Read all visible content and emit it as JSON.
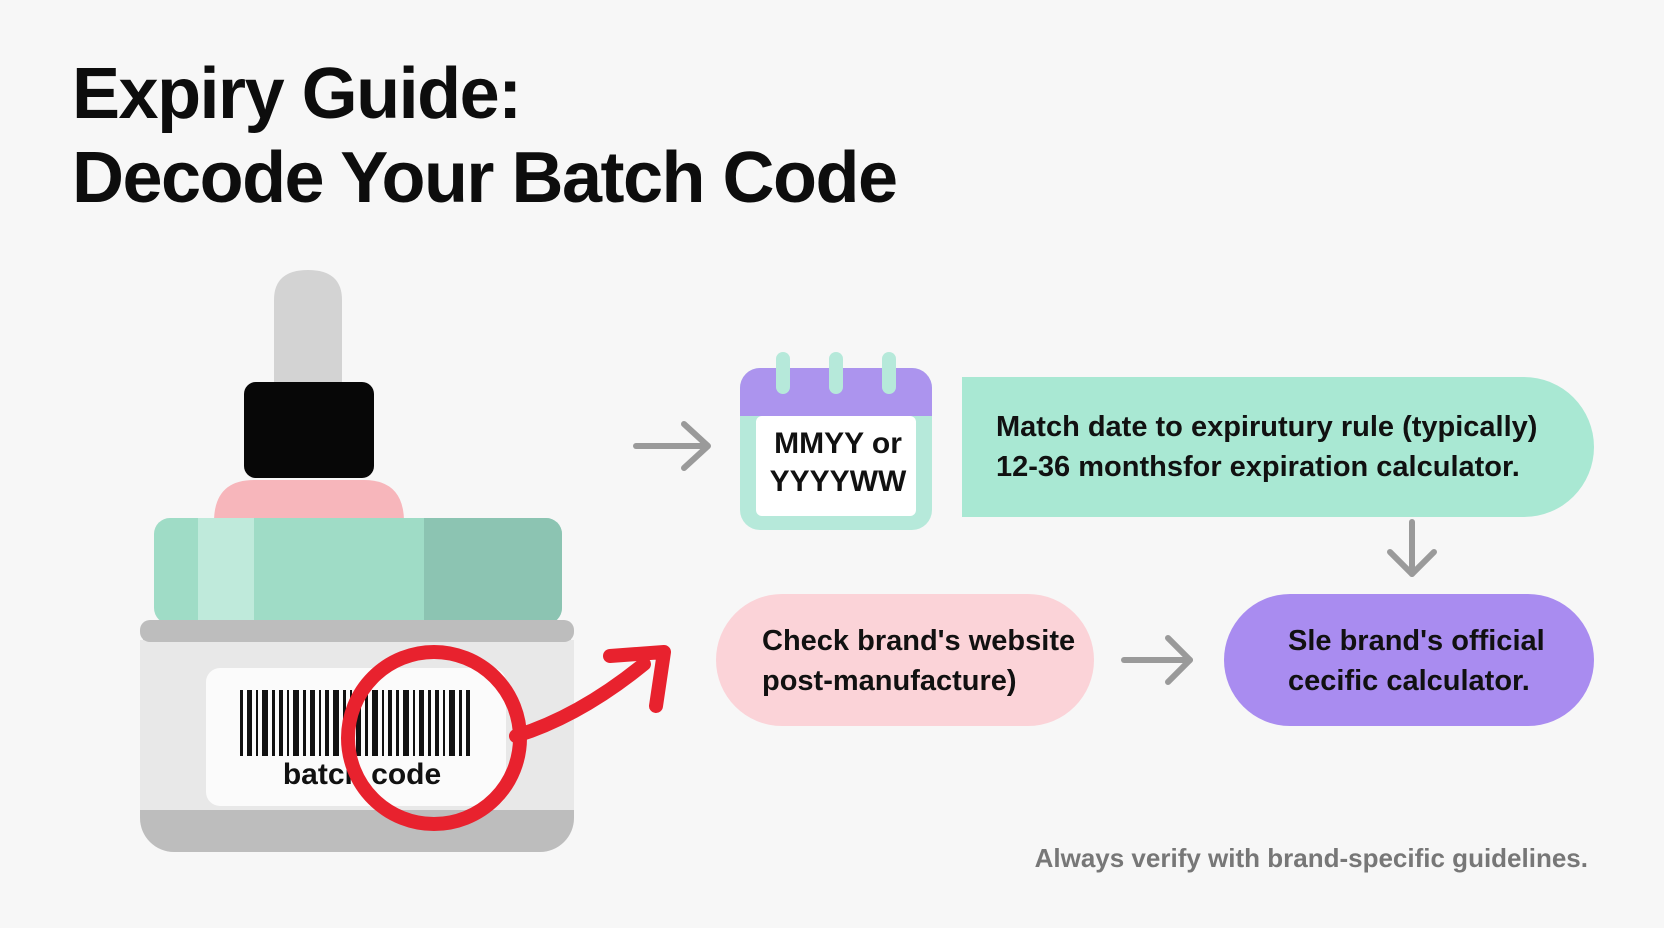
{
  "title": {
    "line1": "Expiry Guide:",
    "line2": "Decode Your Batch Code"
  },
  "product_label": {
    "text": "batch code"
  },
  "calendar": {
    "line1": "MMYY or",
    "line2": "YYYYWW"
  },
  "steps": {
    "match": {
      "line1": "Match date to expirutury rule (typically)",
      "line2": "12-36 monthsfor expiration calculator."
    },
    "check": {
      "line1": "Check brand's website",
      "line2": "post-manufacture)"
    },
    "see": {
      "line1": "Sle brand's official",
      "line2": "cecific calculator."
    }
  },
  "footnote": "Always verify with brand-specific guidelines.",
  "icons": [
    "dropper-bottle-icon",
    "barcode-icon",
    "highlight-circle-icon",
    "calendar-icon",
    "arrow-right-icon",
    "arrow-down-icon"
  ],
  "colors": {
    "mint": "#a9e8d3",
    "pink": "#fbd3d8",
    "lavender": "#a98cf0",
    "red": "#e8222e",
    "gray_arrow": "#9a9a9a"
  }
}
